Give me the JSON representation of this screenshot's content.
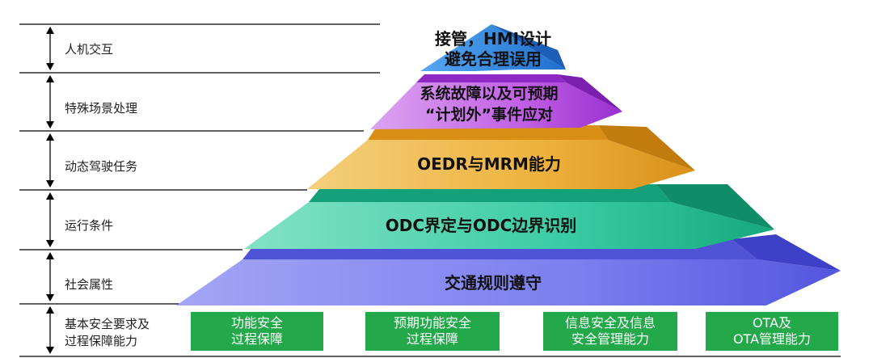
{
  "left_labels": [
    "人机交互",
    "特殊场景处理",
    "动态驾驶任务",
    "运行条件",
    "社会属性",
    "基本安全要求及",
    "过程保障能力"
  ],
  "layers": {
    "hmi": {
      "line1": "接管，HMI设计",
      "line2": "避免合理误用"
    },
    "special": {
      "line1": "系统故障以及可预期",
      "line2": "“计划外”事件应对"
    },
    "ddt": {
      "title": "OEDR与MRM能力"
    },
    "odc": {
      "title": "ODC界定与ODC边界识别"
    },
    "social": {
      "title": "交通规则遵守"
    }
  },
  "base_boxes": [
    {
      "line1": "功能安全",
      "line2": "过程保障"
    },
    {
      "line1": "预期功能安全",
      "line2": "过程保障"
    },
    {
      "line1": "信息安全及信息",
      "line2": "安全管理能力"
    },
    {
      "line1": "OTA及",
      "line2": "OTA管理能力"
    }
  ],
  "colors": {
    "hmi": "#2f8be0",
    "special": "#b24ad9",
    "ddt": "#e9a82b",
    "odc": "#26c39a",
    "social": "#6b6fe9",
    "base": "#23a84a"
  }
}
